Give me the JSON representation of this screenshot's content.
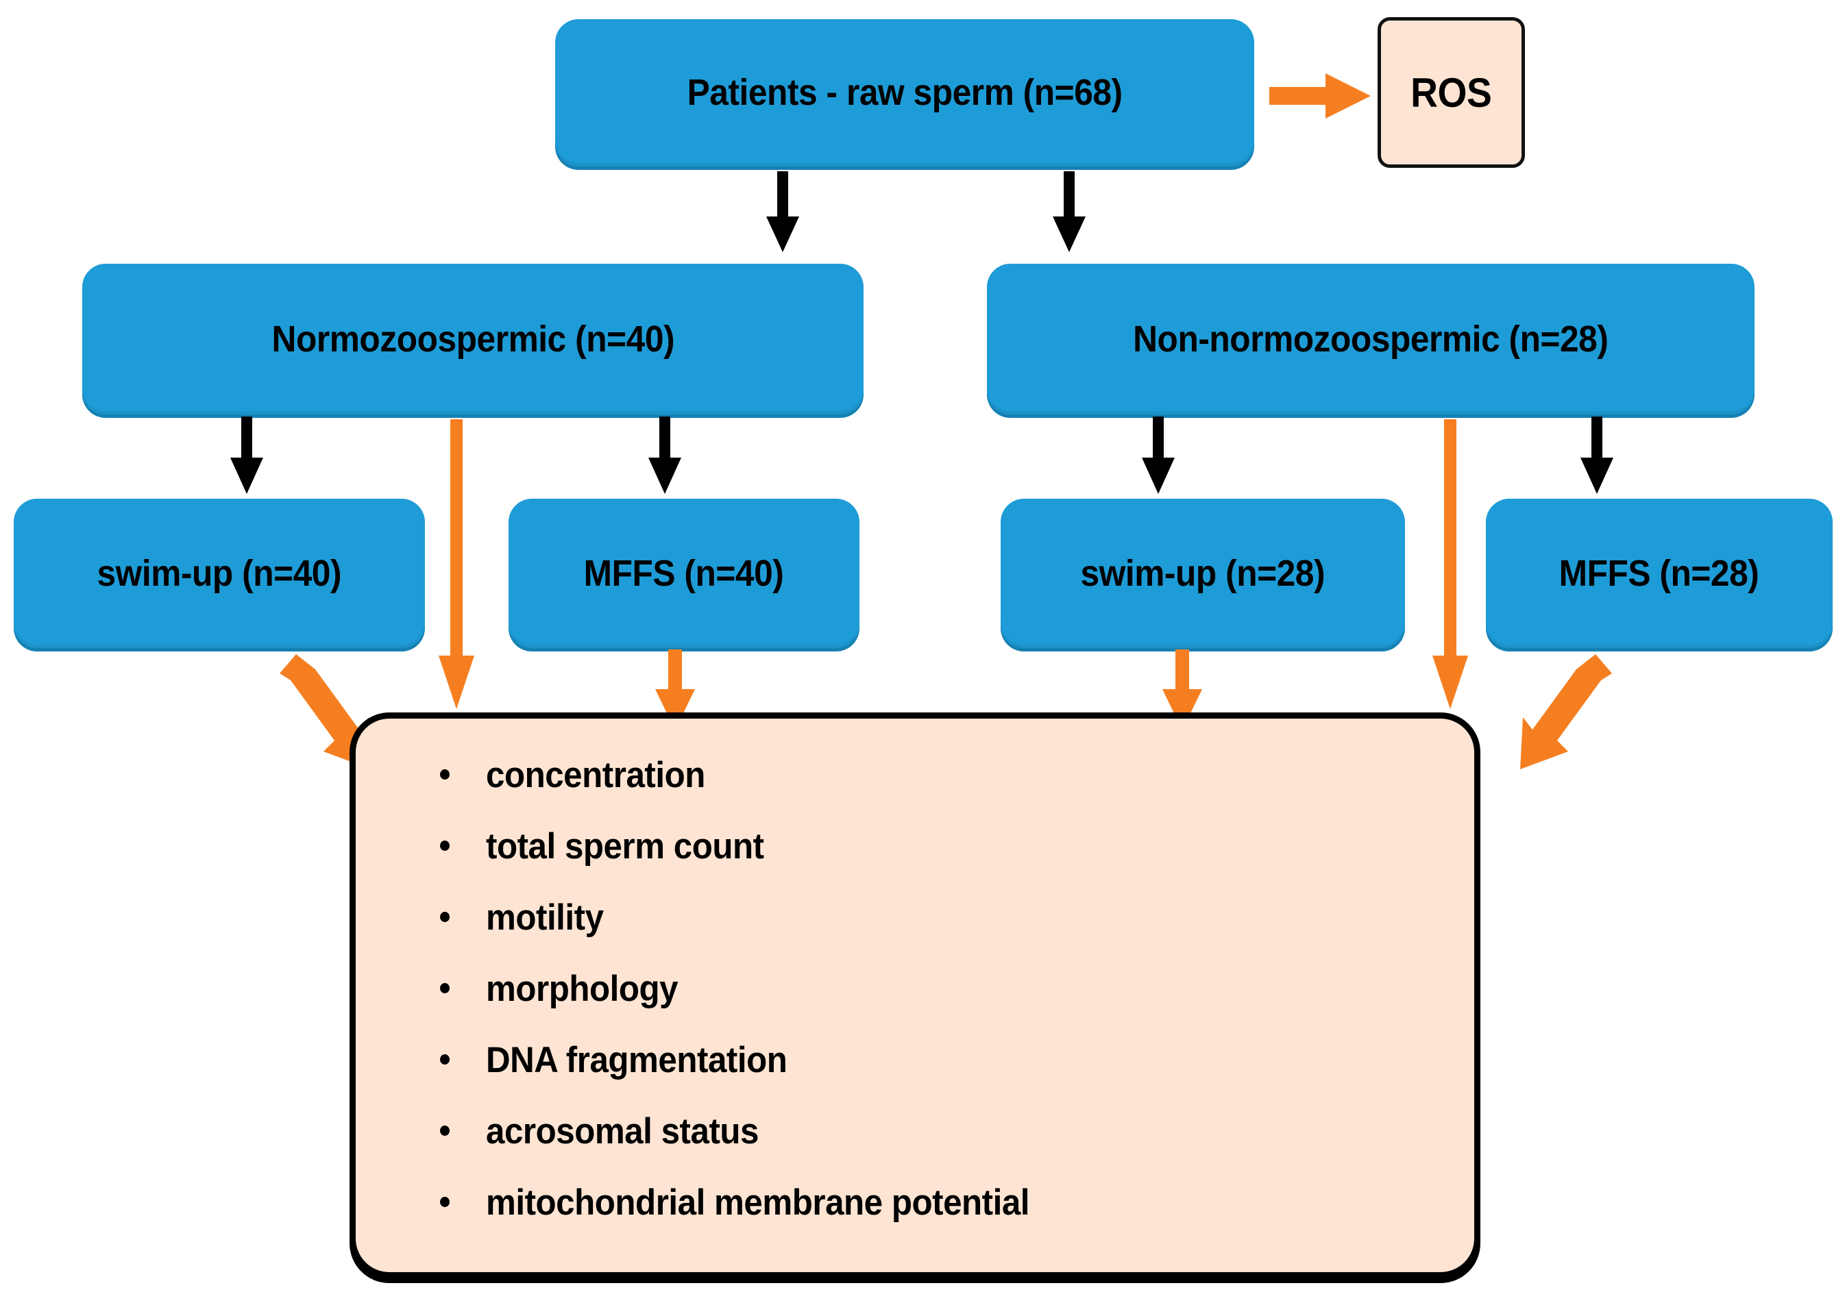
{
  "diagram": {
    "title": "Sperm preparation study flowchart",
    "colors": {
      "box_blue": "#1E9CD7",
      "box_peach": "#FDE4D3",
      "arrow_black": "#000000",
      "arrow_orange": "#F57F20",
      "panel_border": "#000000"
    },
    "nodes": {
      "root": "Patients - raw sperm (n=68)",
      "ros": "ROS",
      "normo": "Normozoospermic (n=40)",
      "nonnormo": "Non-normozoospermic (n=28)",
      "normo_swimup": "swim-up (n=40)",
      "normo_mffs": "MFFS (n=40)",
      "nonnormo_swimup": "swim-up (n=28)",
      "nonnormo_mffs": "MFFS (n=28)"
    },
    "outcomes": {
      "items": [
        "concentration",
        "total sperm count",
        "motility",
        "morphology",
        "DNA fragmentation",
        "acrosomal status",
        "mitochondrial membrane potential"
      ]
    }
  }
}
